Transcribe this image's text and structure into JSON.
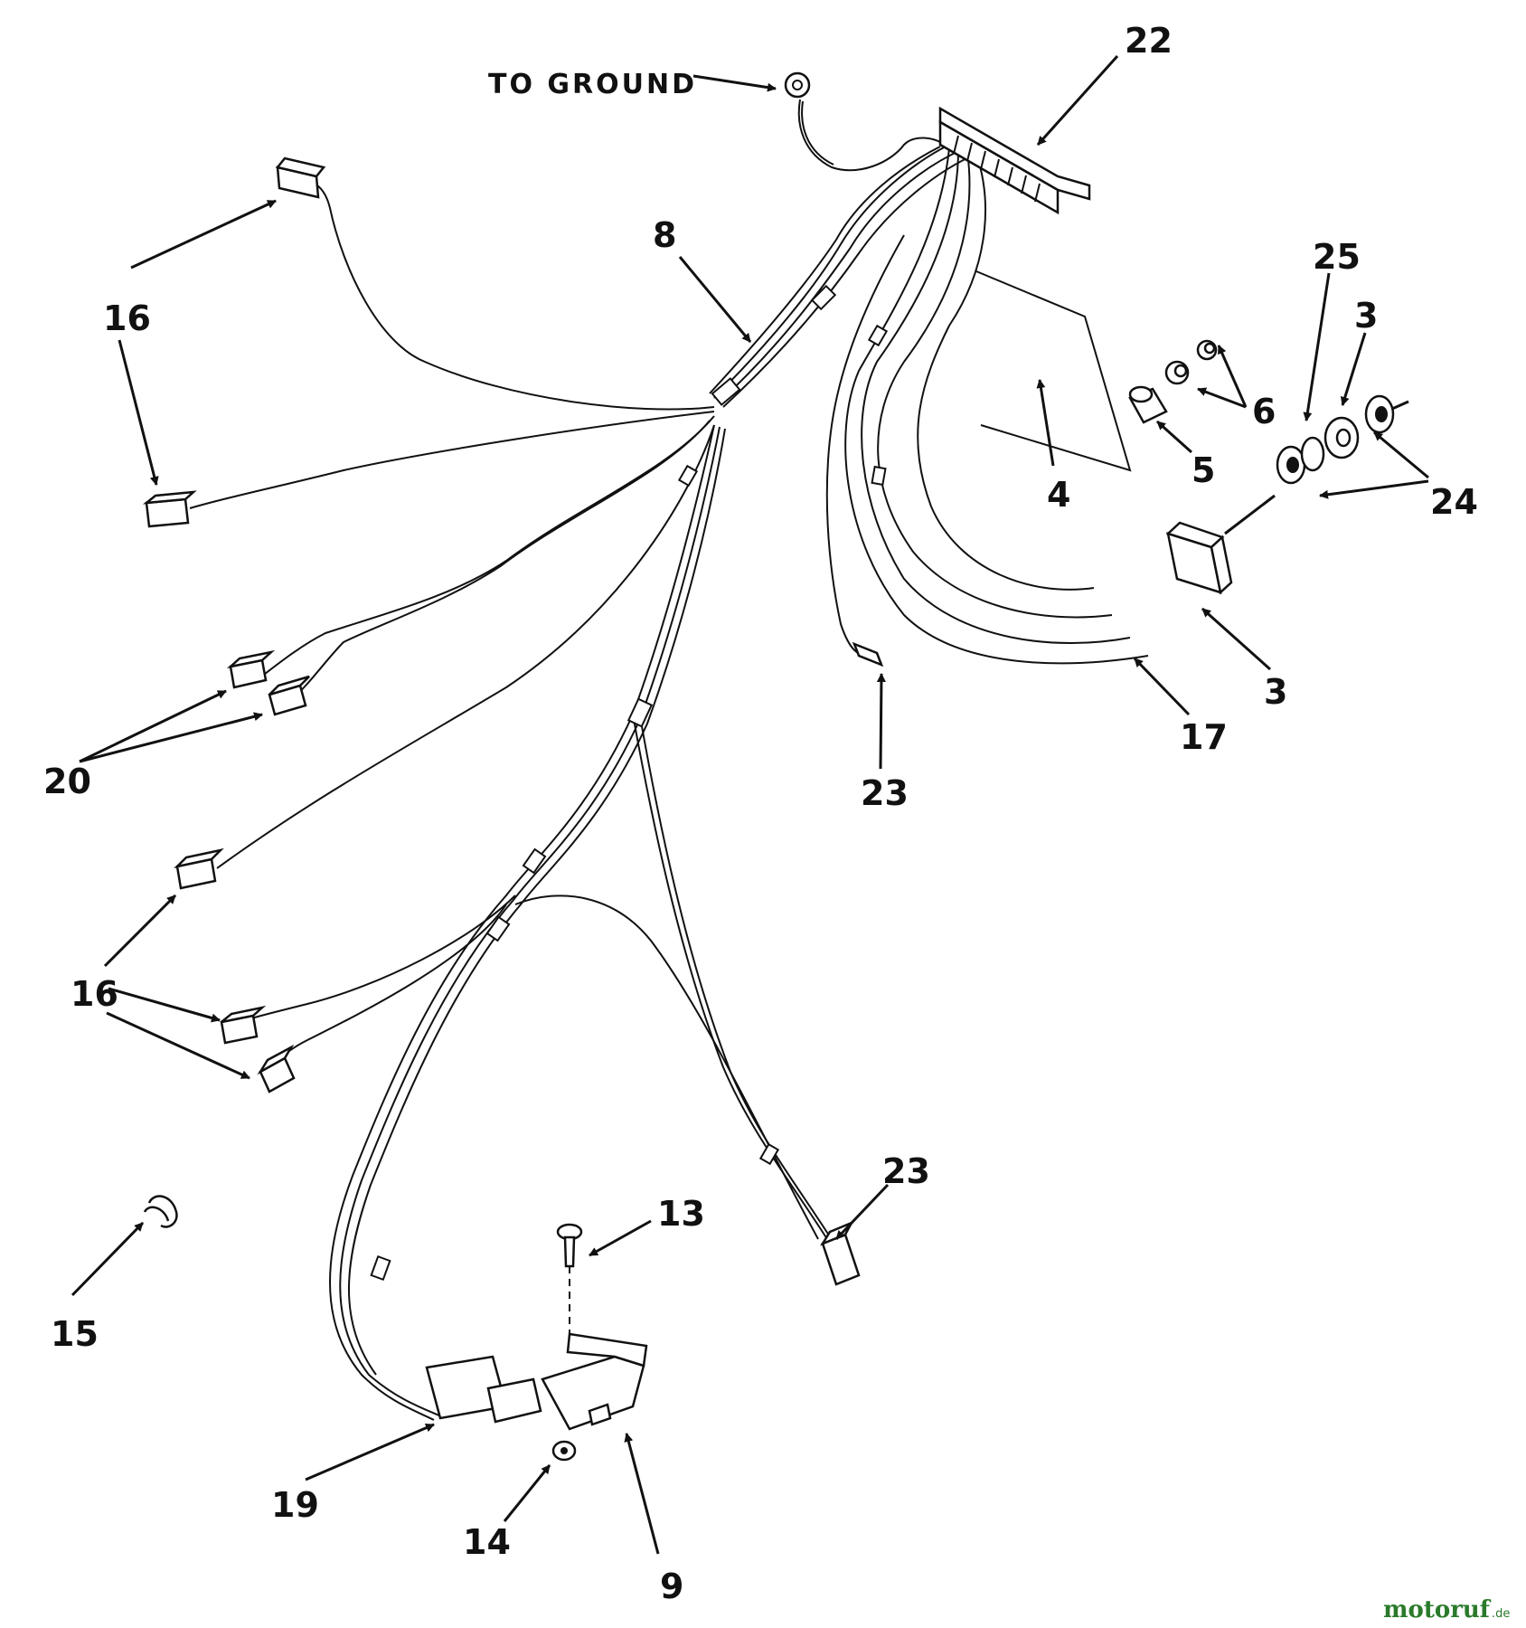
{
  "ground_label": "TO GROUND",
  "callouts": {
    "c22": "22",
    "c8": "8",
    "c16a": "16",
    "c25": "25",
    "c3a": "3",
    "c6": "6",
    "c5": "5",
    "c4": "4",
    "c24": "24",
    "c3b": "3",
    "c17": "17",
    "c23a": "23",
    "c20": "20",
    "c16b": "16",
    "c23b": "23",
    "c13": "13",
    "c15": "15",
    "c19": "19",
    "c14": "14",
    "c9": "9"
  },
  "watermark": {
    "brand": "motoruf",
    "suffix": ".de"
  }
}
